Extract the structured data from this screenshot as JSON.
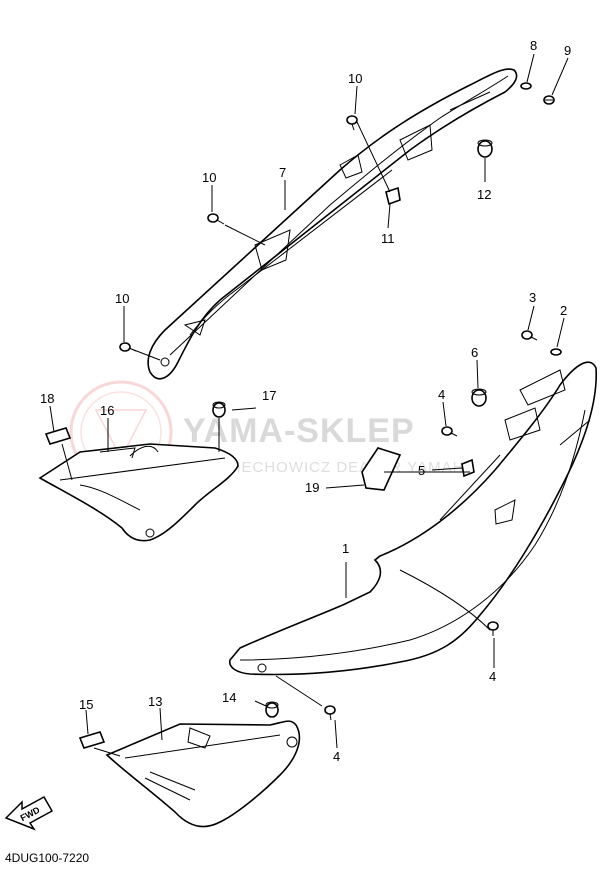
{
  "diagram_code": "4DUG100-7220",
  "fwd_label": "FWD",
  "watermark": {
    "brand": "YAMA-SKLEP",
    "subtitle": "MECHOWICZ DEALER YAMAHY"
  },
  "callouts": {
    "c1": "1",
    "c2": "2",
    "c3": "3",
    "c4a": "4",
    "c4b": "4",
    "c4c": "4",
    "c5": "5",
    "c6": "6",
    "c7": "7",
    "c8": "8",
    "c9": "9",
    "c10a": "10",
    "c10b": "10",
    "c10c": "10",
    "c11": "11",
    "c12": "12",
    "c13": "13",
    "c14": "14",
    "c15": "15",
    "c16": "16",
    "c17": "17",
    "c18": "18",
    "c19": "19"
  }
}
